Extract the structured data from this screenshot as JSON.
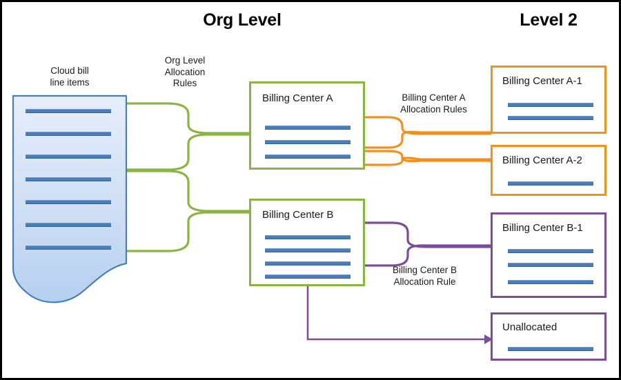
{
  "diagram": {
    "type": "flow",
    "titles": [
      {
        "id": "org-level",
        "text": "Org Level"
      },
      {
        "id": "level-2",
        "text": "Level 2"
      }
    ],
    "captions": [
      {
        "id": "cloud-bill",
        "text": "Cloud bill\nline items"
      },
      {
        "id": "org-level-allocation-rules",
        "text": "Org Level\nAllocation\nRules"
      },
      {
        "id": "billing-center-a-allocation-rules",
        "text": "Billing Center A\nAllocation Rules"
      },
      {
        "id": "billing-center-b-allocation-rule",
        "text": "Billing Center B\nAllocation Rule"
      }
    ],
    "source": {
      "id": "cloud-bill-document",
      "line_item_count": 7,
      "fill_color": "#cddff5",
      "border_color": "#4a7ebb"
    },
    "boxes": [
      {
        "id": "billing-center-a",
        "label": "Billing Center A",
        "line_count": 3,
        "color": "#8bb542",
        "level": "Org Level"
      },
      {
        "id": "billing-center-b",
        "label": "Billing Center B",
        "line_count": 4,
        "color": "#8bb542",
        "level": "Org Level"
      },
      {
        "id": "billing-center-a-1",
        "label": "Billing Center A-1",
        "line_count": 2,
        "color": "#f2901e",
        "level": "Level 2"
      },
      {
        "id": "billing-center-a-2",
        "label": "Billing Center A-2",
        "line_count": 1,
        "color": "#f2901e",
        "level": "Level 2"
      },
      {
        "id": "billing-center-b-1",
        "label": "Billing Center B-1",
        "line_count": 3,
        "color": "#7b4d9b",
        "level": "Level 2"
      },
      {
        "id": "unallocated",
        "label": "Unallocated",
        "line_count": 1,
        "color": "#7b4d9b",
        "level": "Level 2"
      }
    ],
    "connector_colors": {
      "org_level": "#8bb542",
      "billing_center_a": "#f2901e",
      "billing_center_b": "#7b4d9b"
    },
    "line_item_color": "#4a7ebb"
  }
}
